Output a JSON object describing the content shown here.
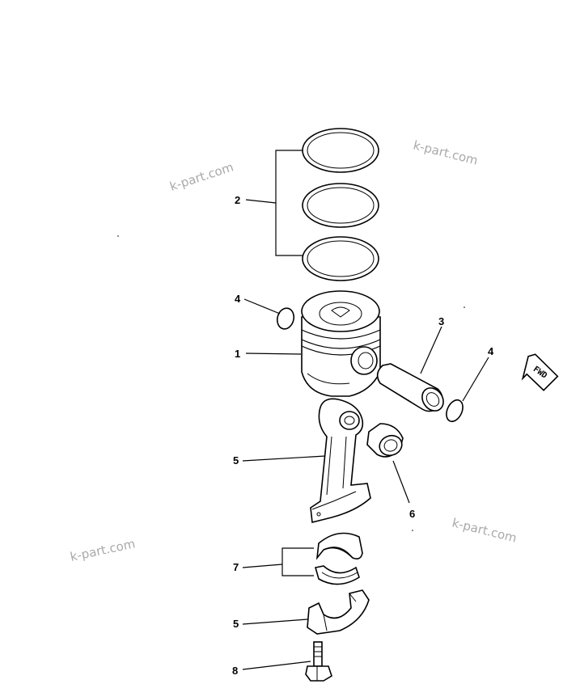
{
  "callouts": {
    "piston": "1",
    "piston_rings": "2",
    "piston_pin": "3",
    "snap_ring_left": "4",
    "snap_ring_right": "4",
    "connecting_rod": "5",
    "bushing": "6",
    "bearing": "7",
    "rod_cap": "5",
    "bolt": "8"
  },
  "watermarks": [
    "k-part.com",
    "k-part.com",
    "k-part.com",
    "k-part.com"
  ],
  "fwd_label": "FWD"
}
